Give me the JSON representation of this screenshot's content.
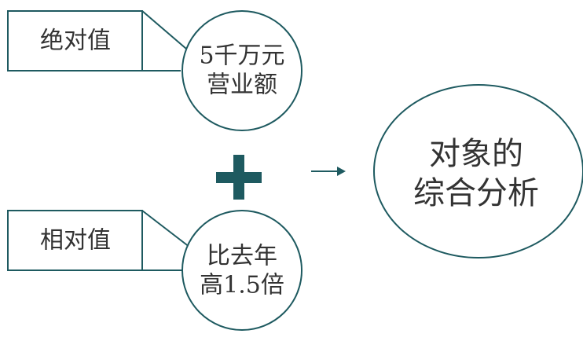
{
  "colors": {
    "stroke": "#1e5a60",
    "plus": "#1e5a60",
    "text": "#333333"
  },
  "absolute": {
    "label": "绝对值",
    "circle_lines": [
      "5千万元",
      "营业额"
    ]
  },
  "relative": {
    "label": "相对值",
    "circle_lines": [
      "比去年",
      "高1.5倍"
    ]
  },
  "operator": "plus-icon",
  "result": {
    "lines": [
      "对象的",
      "综合分析"
    ]
  }
}
